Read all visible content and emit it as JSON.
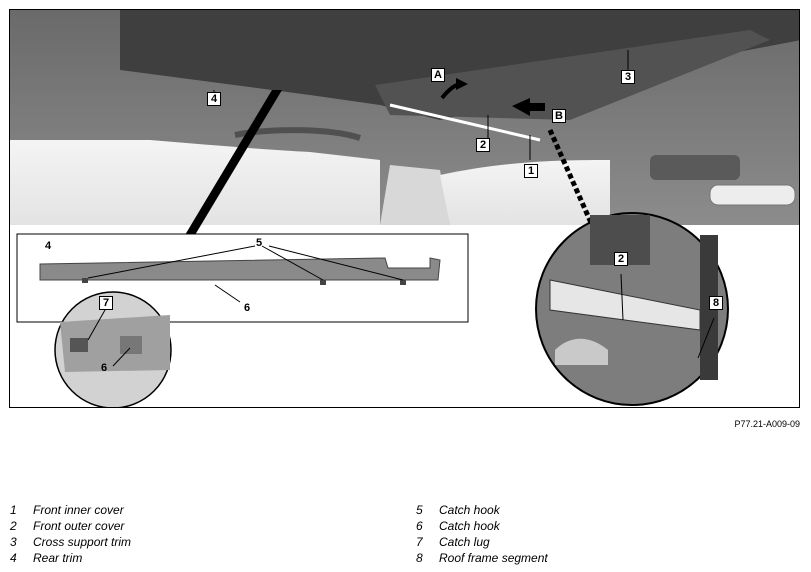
{
  "figure": {
    "code": "P77.21-A009-09",
    "callouts": {
      "c1": "1",
      "c2": "2",
      "c3": "3",
      "c4": "4",
      "cA": "A",
      "cB": "B",
      "detail_top_4": "4",
      "detail_top_5": "5",
      "detail_top_6": "6",
      "detail_left_7": "7",
      "detail_left_6": "6",
      "detail_right_2": "2",
      "detail_right_8": "8"
    }
  },
  "legend": {
    "left": [
      {
        "num": "1",
        "text": "Front inner cover"
      },
      {
        "num": "2",
        "text": "Front outer cover"
      },
      {
        "num": "3",
        "text": "Cross support trim"
      },
      {
        "num": "4",
        "text": "Rear trim"
      }
    ],
    "right": [
      {
        "num": "5",
        "text": "Catch hook"
      },
      {
        "num": "6",
        "text": "Catch hook"
      },
      {
        "num": "7",
        "text": "Catch lug"
      },
      {
        "num": "8",
        "text": "Roof frame segment"
      }
    ]
  }
}
